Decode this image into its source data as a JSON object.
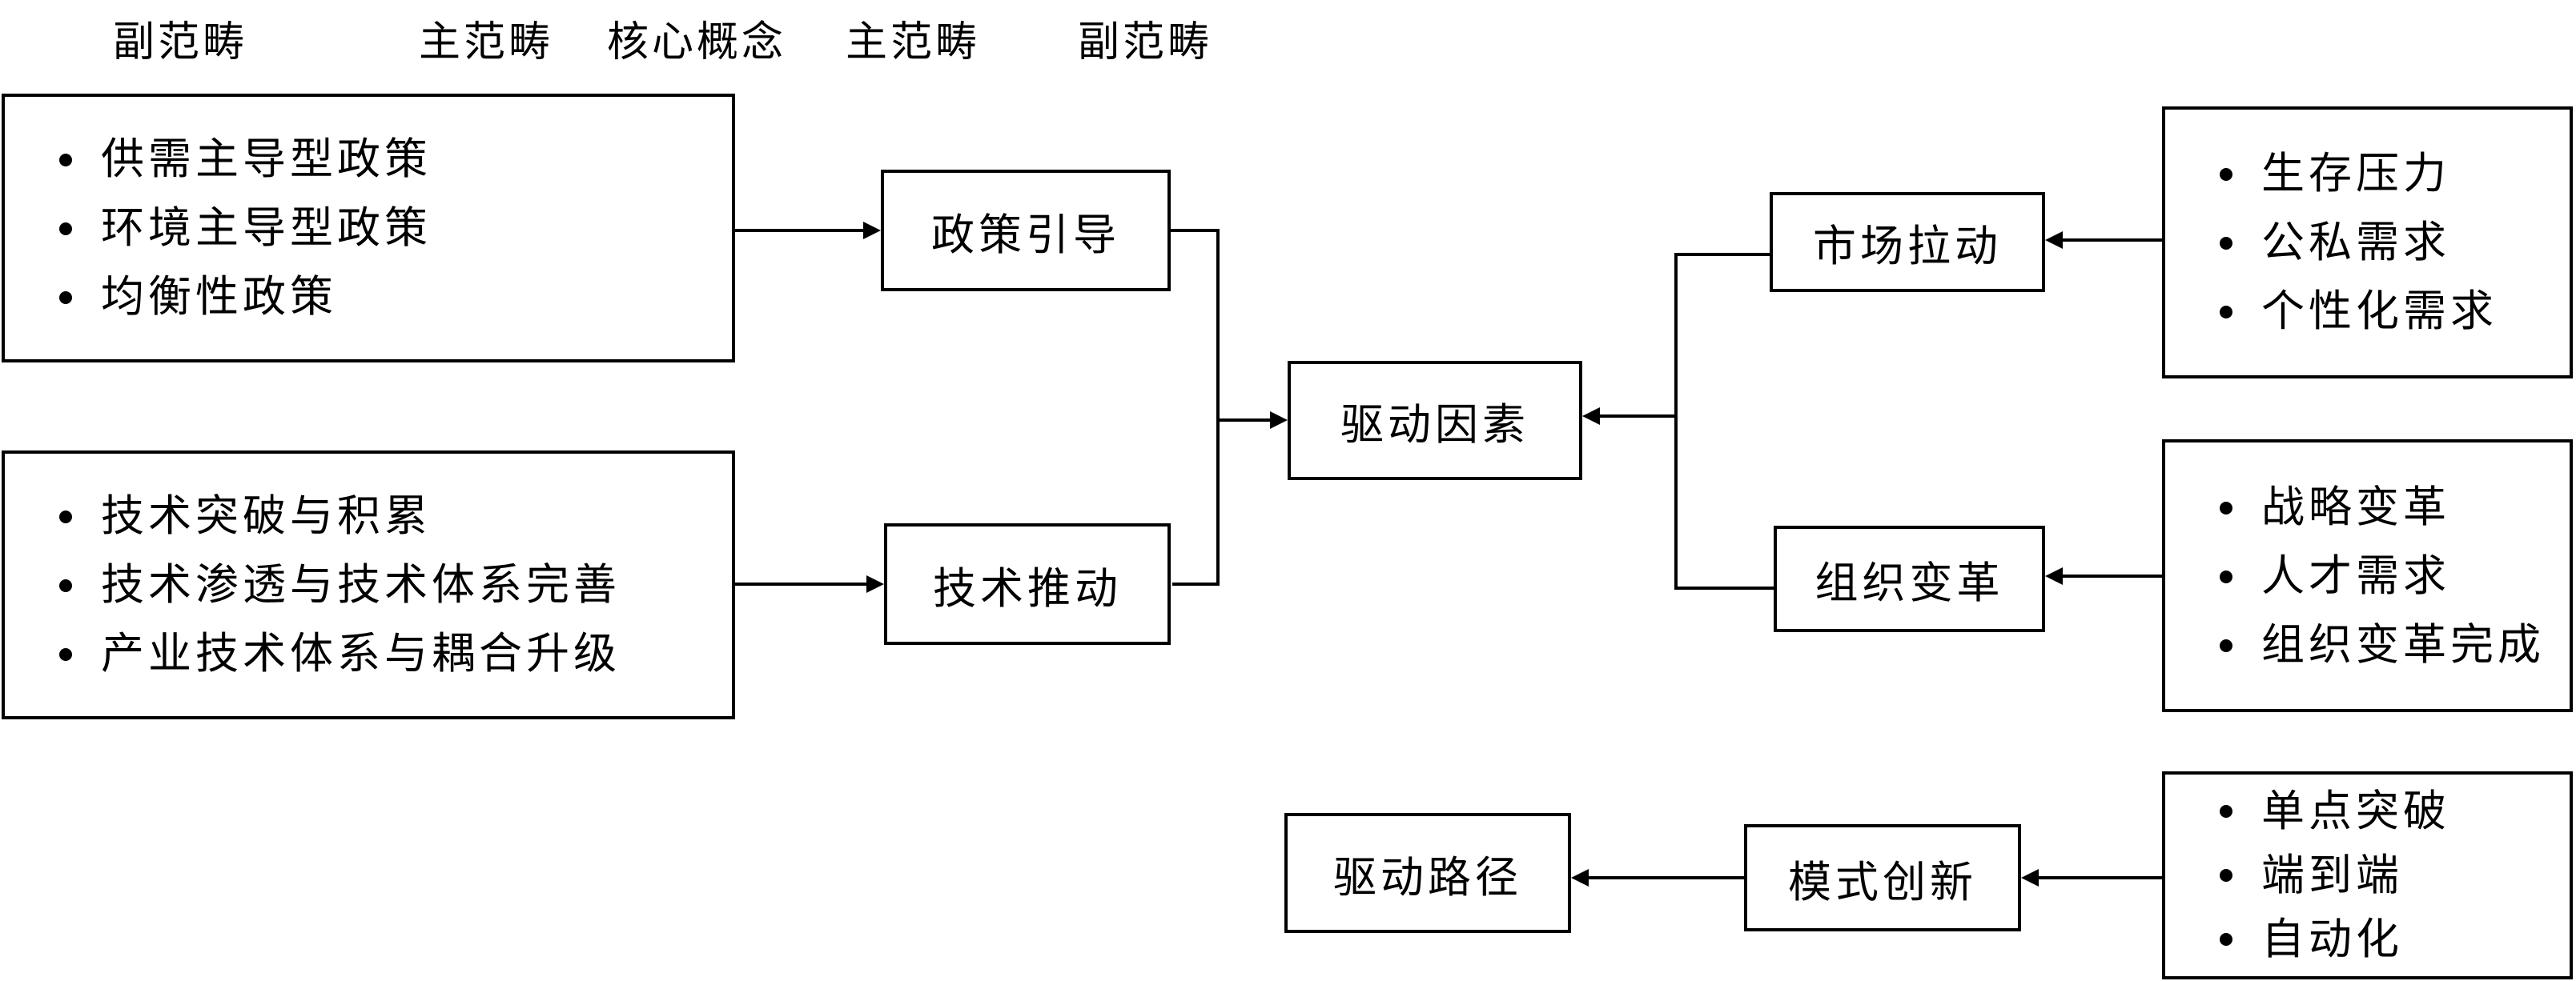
{
  "headers": {
    "col1": "副范畴",
    "col2": "主范畴",
    "col3": "核心概念",
    "col4": "主范畴",
    "col5": "副范畴"
  },
  "left_groups": {
    "policy": [
      "供需主导型政策",
      "环境主导型政策",
      "均衡性政策"
    ],
    "tech": [
      "技术突破与积累",
      "技术渗透与技术体系完善",
      "产业技术体系与耦合升级"
    ]
  },
  "main_left": {
    "policy": "政策引导",
    "tech": "技术推动"
  },
  "core": {
    "drivers": "驱动因素",
    "path": "驱动路径"
  },
  "main_right": {
    "market": "市场拉动",
    "org": "组织变革",
    "mode": "模式创新"
  },
  "right_groups": {
    "market": [
      "生存压力",
      "公私需求",
      "个性化需求"
    ],
    "org": [
      "战略变革",
      "人才需求",
      "组织变革完成"
    ],
    "mode": [
      "单点突破",
      "端到端",
      "自动化"
    ]
  }
}
